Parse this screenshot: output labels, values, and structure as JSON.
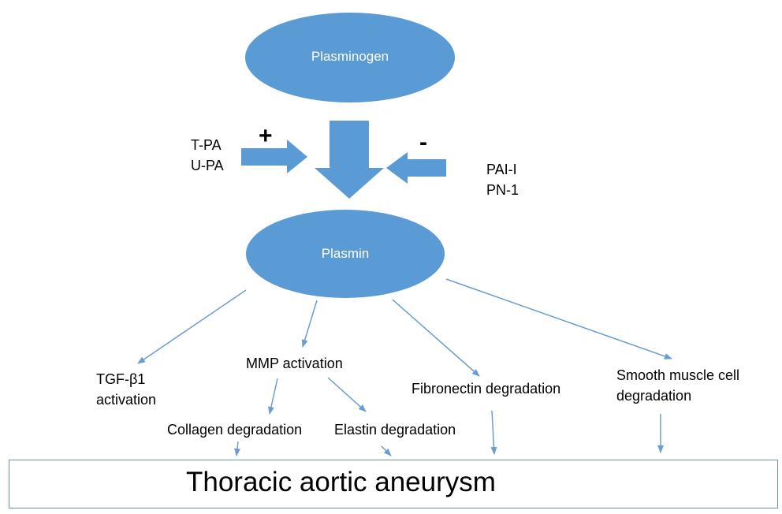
{
  "nodes": {
    "plasminogen": "Plasminogen",
    "plasmin": "Plasmin"
  },
  "activators": {
    "sign": "+",
    "lines": [
      "T-PA",
      "U-PA"
    ]
  },
  "inhibitors": {
    "sign": "-",
    "lines": [
      "PAI-I",
      "PN-1"
    ]
  },
  "effects": {
    "tgf": [
      "TGF-β1",
      "activation"
    ],
    "mmp": "MMP activation",
    "fibronectin": "Fibronectin degradation",
    "smooth_muscle": [
      "Smooth muscle cell",
      "degradation"
    ],
    "collagen": "Collagen degradation",
    "elastin": "Elastin degradation"
  },
  "outcome": "Thoracic aortic aneurysm",
  "colors": {
    "node_fill": "#5b9bd5",
    "arrow": "#5b9bd5",
    "thin_arrow": "#6b9ed0",
    "box_border": "#6f8fb0"
  }
}
